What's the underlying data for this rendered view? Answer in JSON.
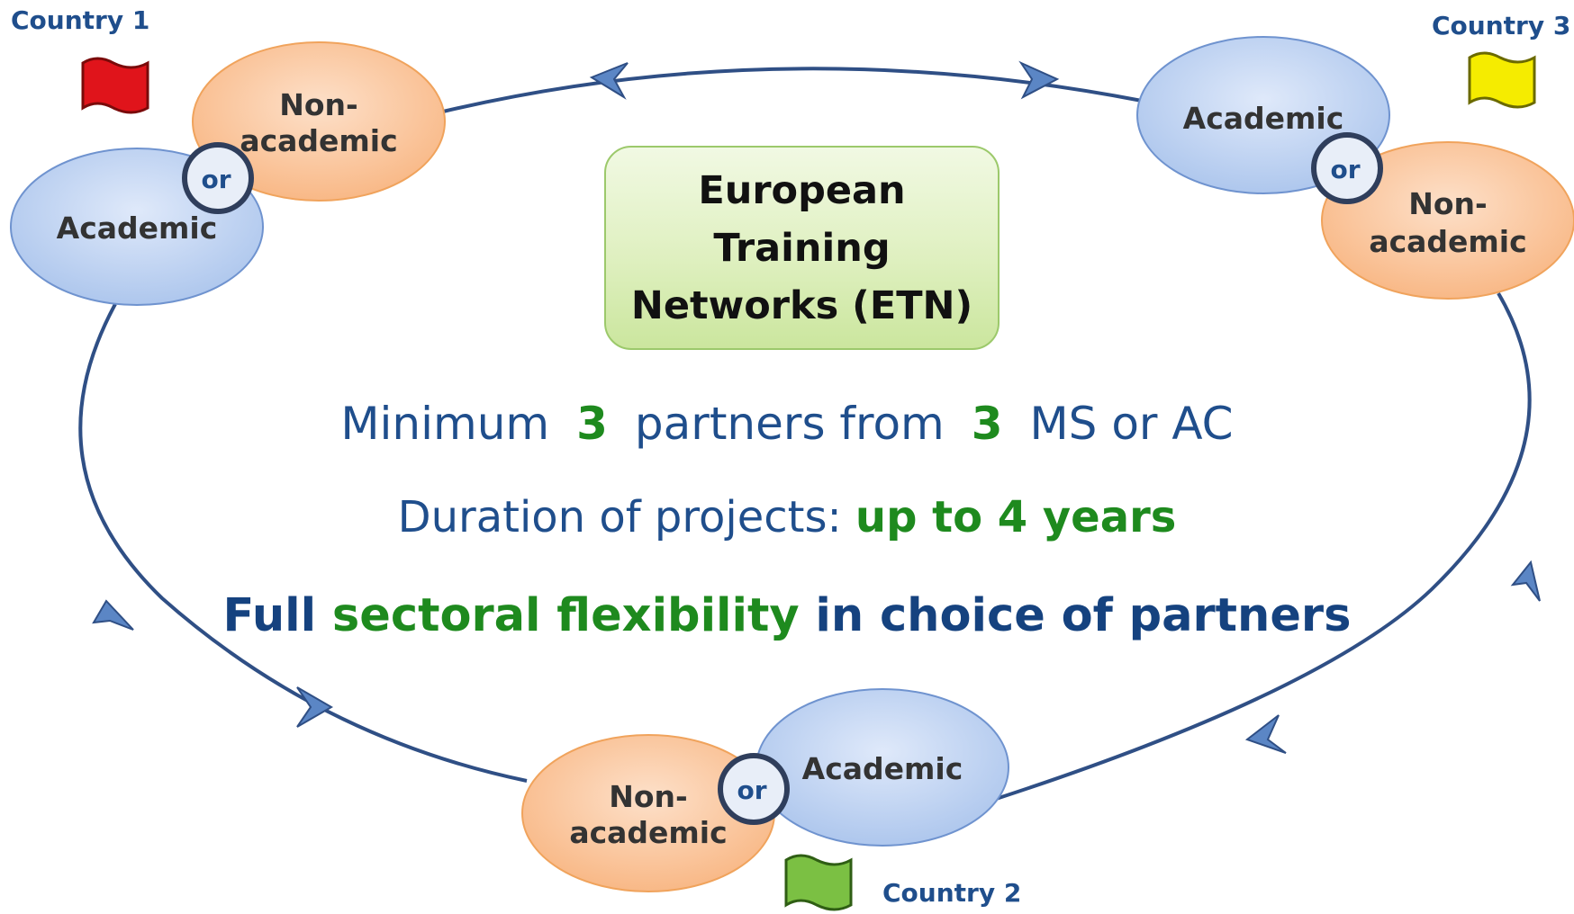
{
  "countries": [
    {
      "label": "Country 1",
      "flag_color": "#e0141b"
    },
    {
      "label": "Country 2",
      "flag_color": "#7bc043"
    },
    {
      "label": "Country 3",
      "flag_color": "#f5ec00"
    }
  ],
  "partners": {
    "academic": "Academic",
    "non_academic_1": "Non-",
    "non_academic_2": "academic",
    "or": "or"
  },
  "etn": {
    "line1": "European",
    "line2": "Training",
    "line3": "Networks (ETN)"
  },
  "info": {
    "min_prefix": "Minimum",
    "min_partners": "3",
    "min_middle": "partners from",
    "min_countries": "3",
    "min_suffix": "MS or AC",
    "duration_prefix": "Duration of projects:",
    "duration_value": "up to 4 years",
    "flex_prefix": "Full",
    "flex_highlight": "sectoral flexibility",
    "flex_suffix": "in choice of partners"
  },
  "colors": {
    "academic_fill": "#c6d9f4",
    "academic_border": "#6f93cf",
    "non_academic_fill": "#fbc9a3",
    "non_academic_border": "#f0a35c",
    "ring": "#2f4f85",
    "arrow_fill": "#5b86c5",
    "text_dark": "#333333",
    "text_blue": "#1f4e8c",
    "text_green": "#1e8a1e"
  }
}
